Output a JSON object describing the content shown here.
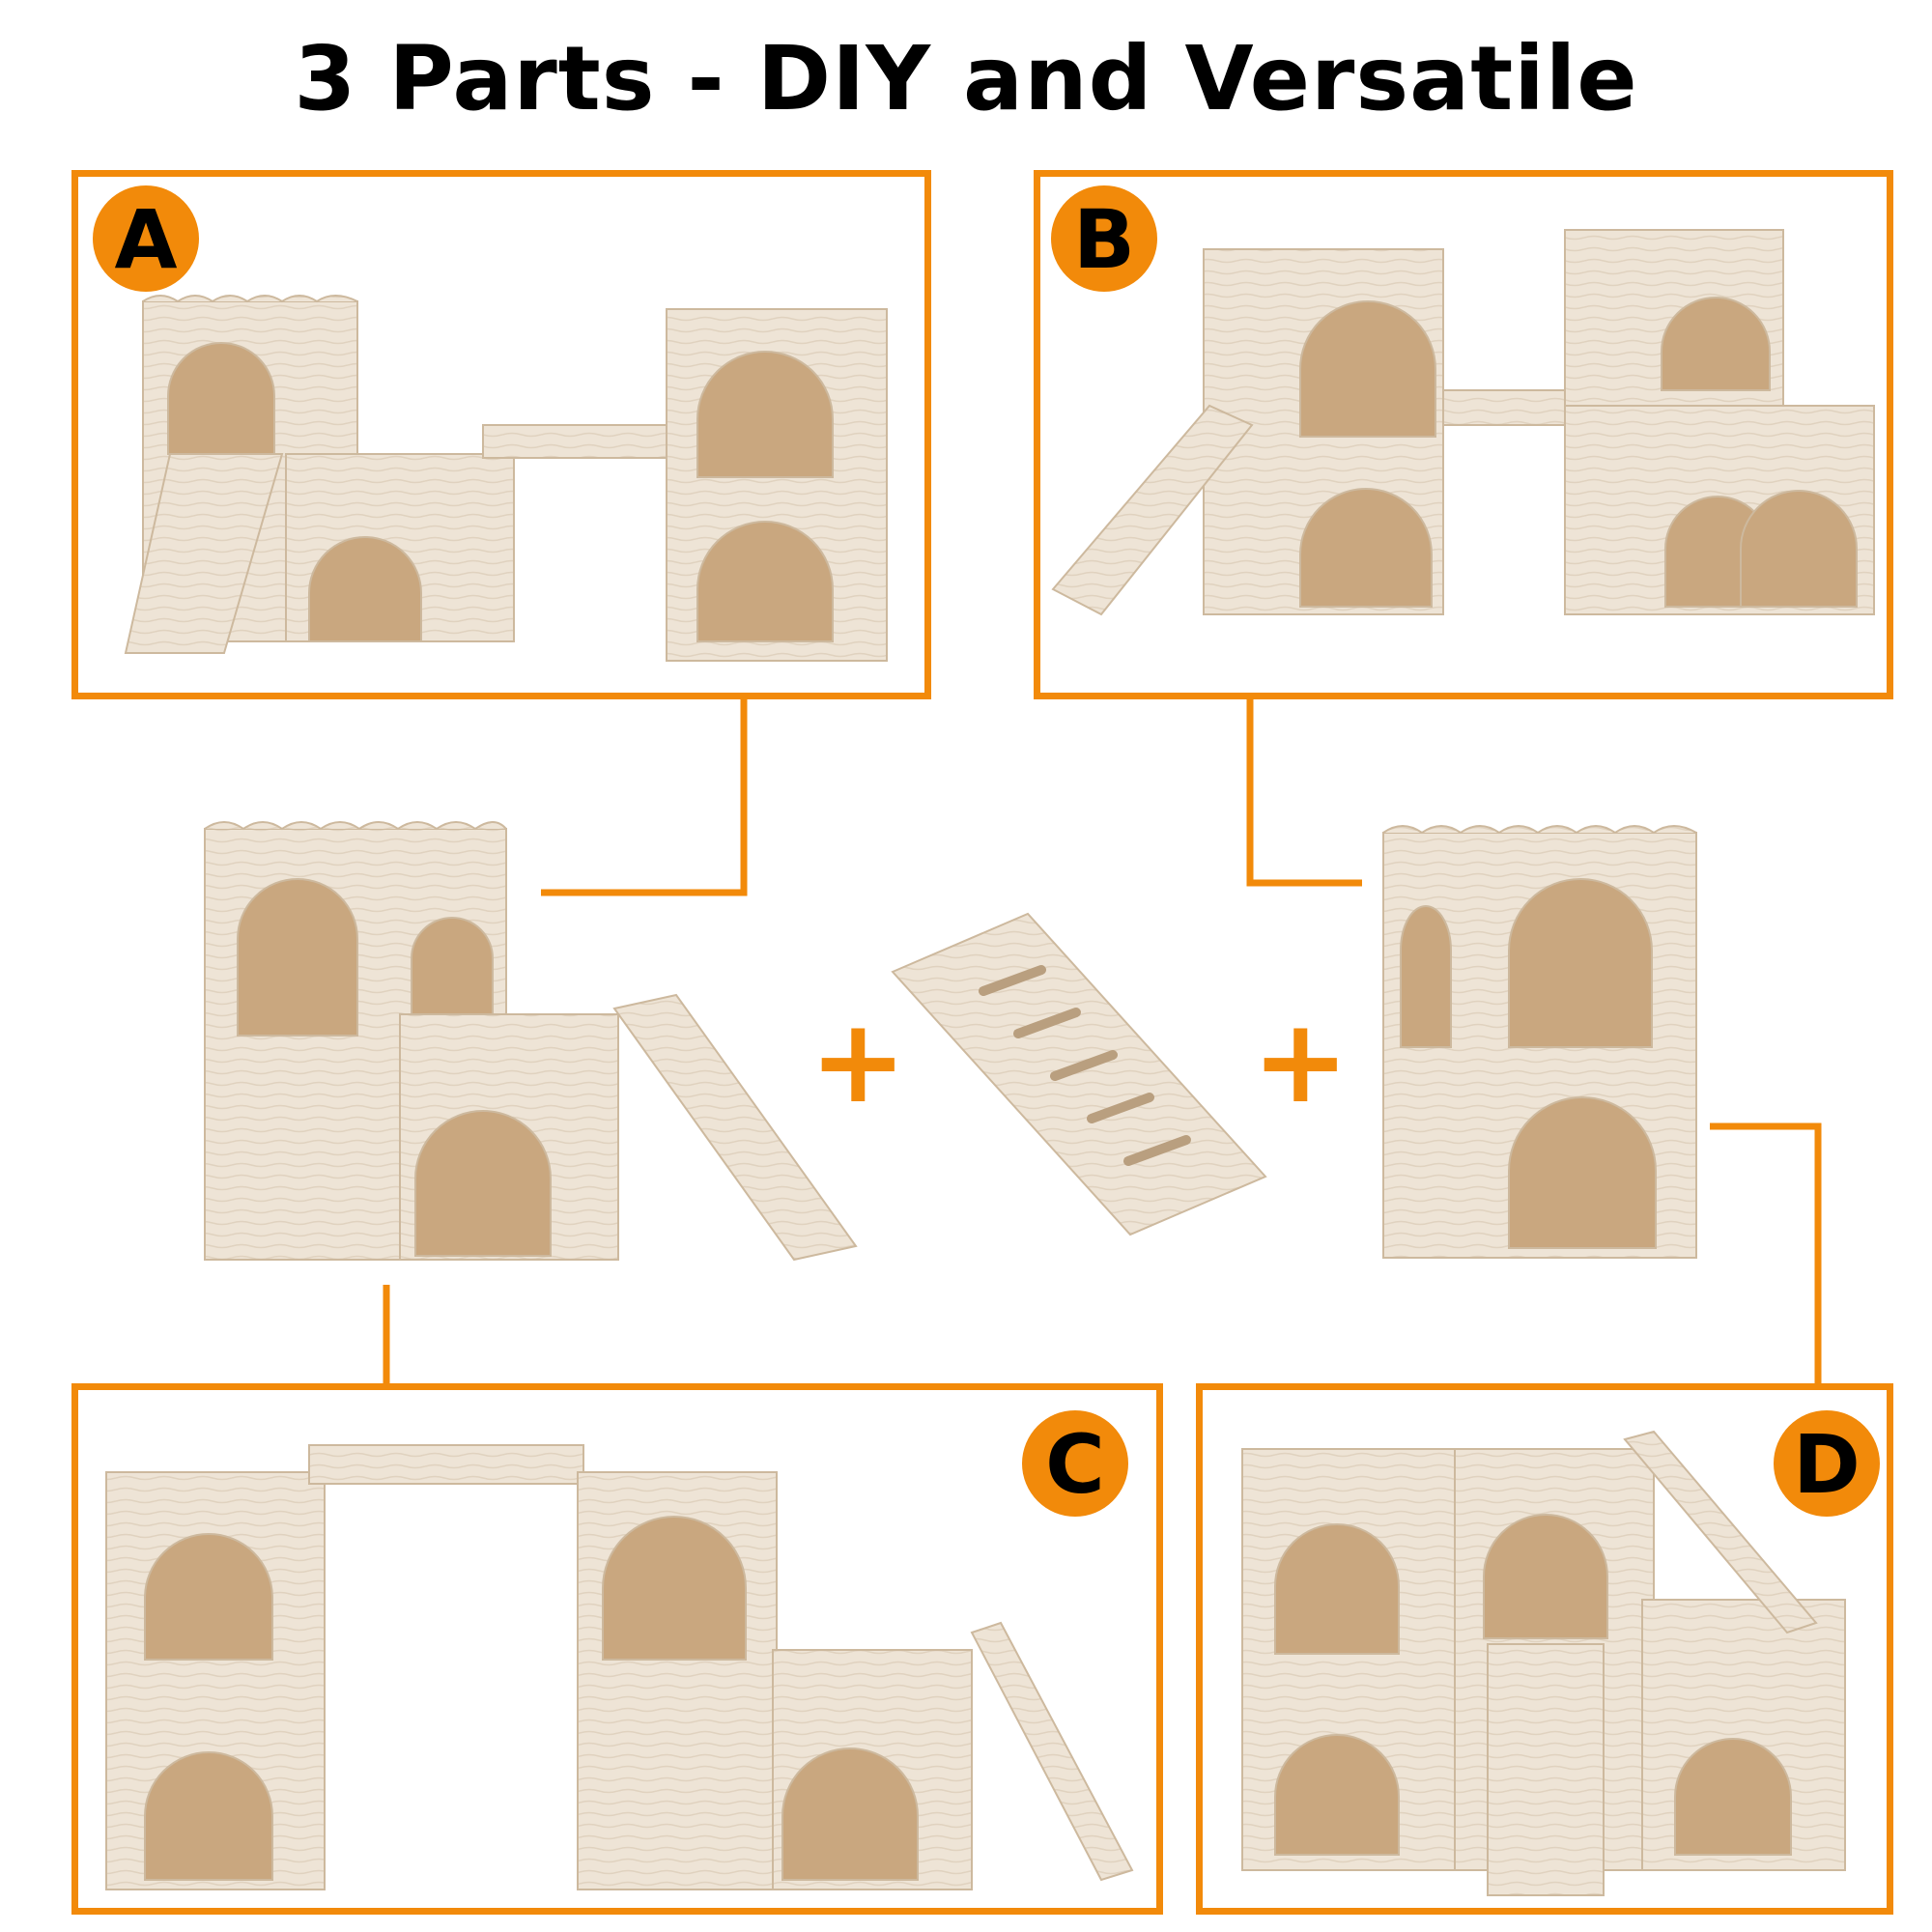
{
  "title": "3 Parts - DIY and Versatile",
  "labels": {
    "a": "A",
    "b": "B",
    "c": "C",
    "d": "D"
  },
  "plus": "+",
  "colors": {
    "accent": "#f28a0a",
    "wood": "#eee4d6",
    "wood_dark": "#d9c6ad",
    "shadow": "#c9b59a"
  }
}
